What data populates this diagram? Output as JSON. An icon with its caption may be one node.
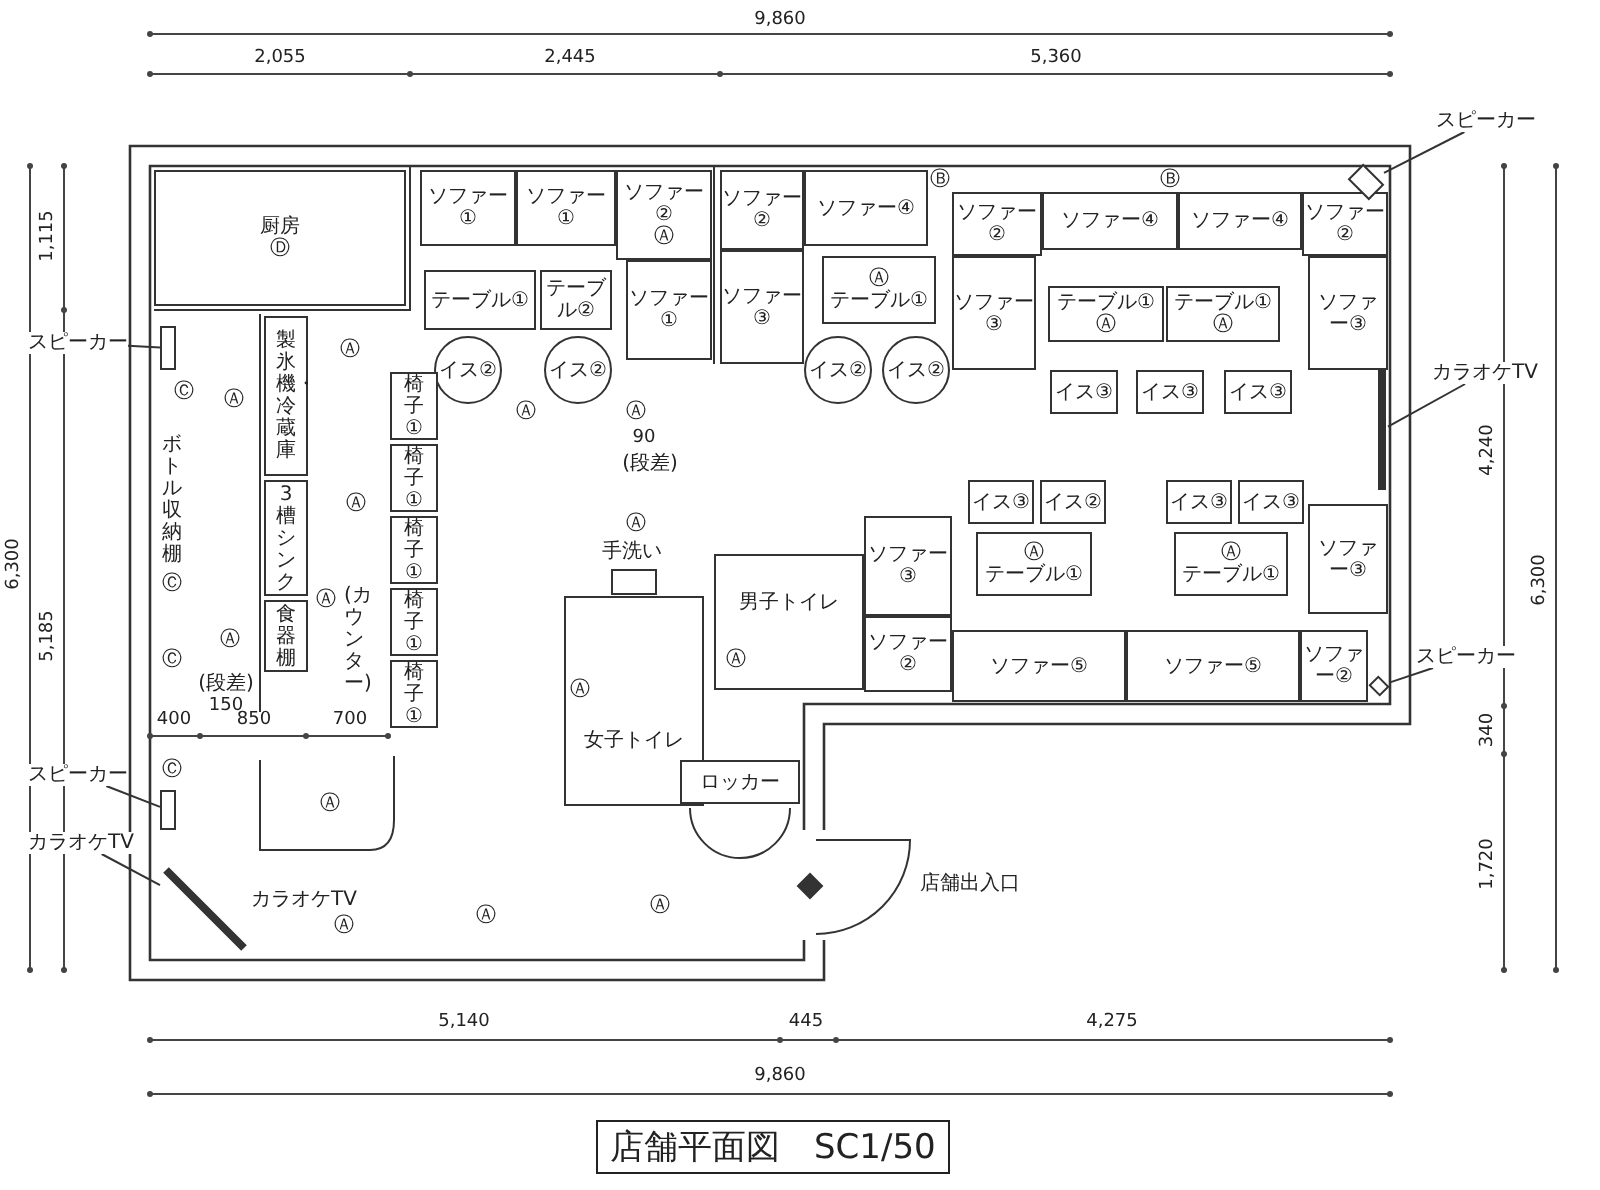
{
  "diagram": {
    "title": "店舗平面図　SC1/50",
    "nodes": [
      {
        "text": [
          "厨房",
          "Ⓓ"
        ]
      },
      {
        "text": [
          "ソファー①"
        ]
      },
      {
        "text": [
          "ソファー①"
        ]
      },
      {
        "text": [
          "ソファー②",
          "Ⓐ"
        ]
      },
      {
        "text": [
          "ソファー①"
        ]
      },
      {
        "text": [
          "テーブル①"
        ]
      },
      {
        "text": [
          "テーブル②"
        ]
      },
      {
        "text": [
          "イス②"
        ]
      },
      {
        "text": [
          "イス②"
        ]
      },
      {
        "text": [
          "ソファー②"
        ]
      },
      {
        "text": [
          "ソファー④"
        ]
      },
      {
        "text": [
          "ソファー③"
        ]
      },
      {
        "text": [
          "Ⓐ",
          "テーブル①"
        ]
      },
      {
        "text": [
          "イス②"
        ]
      },
      {
        "text": [
          "イス②"
        ]
      },
      {
        "text": [
          "ソファー②"
        ]
      },
      {
        "text": [
          "ソファー④"
        ]
      },
      {
        "text": [
          "ソファー④"
        ]
      },
      {
        "text": [
          "ソファー②"
        ]
      },
      {
        "text": [
          "ソファー③"
        ]
      },
      {
        "text": [
          "テーブル①",
          "Ⓐ"
        ]
      },
      {
        "text": [
          "テーブル①",
          "Ⓐ"
        ]
      },
      {
        "text": [
          "ソファー③"
        ]
      },
      {
        "text": [
          "イス③"
        ]
      },
      {
        "text": [
          "イス③"
        ]
      },
      {
        "text": [
          "イス③"
        ]
      },
      {
        "text": [
          "イス③"
        ]
      },
      {
        "text": [
          "イス②"
        ]
      },
      {
        "text": [
          "イス③"
        ]
      },
      {
        "text": [
          "イス③"
        ]
      },
      {
        "text": [
          "ソファー③"
        ]
      },
      {
        "text": [
          "Ⓐ",
          "テーブル①"
        ]
      },
      {
        "text": [
          "Ⓐ",
          "テーブル①"
        ]
      },
      {
        "text": [
          "ソファー③"
        ]
      },
      {
        "text": [
          "ソファー②"
        ]
      },
      {
        "text": [
          "ソファー⑤"
        ]
      },
      {
        "text": [
          "ソファー⑤"
        ]
      },
      {
        "text": [
          "ソファー②"
        ]
      },
      {
        "text": [
          "製氷機・冷蔵庫"
        ]
      },
      {
        "text": [
          "3槽シンク"
        ]
      },
      {
        "text": [
          "食器棚"
        ]
      },
      {
        "text": [
          "椅子①"
        ]
      },
      {
        "text": [
          "椅子①"
        ]
      },
      {
        "text": [
          "椅子①"
        ]
      },
      {
        "text": [
          "椅子①"
        ]
      },
      {
        "text": [
          "椅子①"
        ]
      },
      {
        "text": [
          "女子トイレ"
        ]
      },
      {
        "text": [
          "男子トイレ"
        ]
      },
      {
        "text": [
          "ロッカー"
        ]
      },
      {
        "text": [
          "スピーカー"
        ]
      },
      {
        "text": [],
        "shape": "box"
      },
      {
        "text": [
          "スピーカー"
        ]
      },
      {
        "text": [],
        "shape": "box"
      },
      {
        "text": [
          "カラオケTV"
        ]
      },
      {
        "text": [],
        "shape": "bar"
      },
      {
        "text": [
          "スピーカー"
        ]
      },
      {
        "text": [],
        "shape": "box"
      },
      {
        "text": [
          "カラオケTV"
        ]
      },
      {
        "text": [],
        "shape": "bar"
      },
      {
        "text": [
          "スピーカー"
        ]
      },
      {
        "text": [],
        "shape": "box"
      }
    ],
    "edges": [
      {
        "from": 49,
        "to": 50,
        "arrow": "none"
      },
      {
        "from": 51,
        "to": 52,
        "arrow": "none"
      },
      {
        "from": 53,
        "to": 54,
        "arrow": "none"
      },
      {
        "from": 55,
        "to": 56,
        "arrow": "none"
      },
      {
        "from": 57,
        "to": 58,
        "arrow": "none"
      },
      {
        "from": 59,
        "to": 60,
        "arrow": "none"
      }
    ],
    "labels": [
      "9,860",
      "2,055",
      "2,445",
      "5,360",
      "Ⓑ",
      "Ⓑ",
      "1,115",
      "4,240",
      "Ⓒ",
      "Ⓐ",
      "Ⓐ",
      "Ⓐ",
      "Ⓐ",
      "90",
      "(段差)",
      "ボトル収納棚",
      "Ⓐ",
      "Ⓐ",
      "手洗い",
      "Ⓒ",
      "6,300",
      "5,185",
      "6,300",
      "(カウンター)",
      "Ⓒ",
      "Ⓐ",
      "Ⓐ",
      "(段差)",
      "150",
      "Ⓐ",
      "Ⓐ",
      "340",
      "400",
      "850",
      "700",
      "Ⓒ",
      "Ⓐ",
      "1,720",
      "店舗出入口",
      "カラオケTV",
      "Ⓐ",
      "Ⓐ",
      "Ⓐ",
      "5,140",
      "445",
      "4,275",
      "9,860"
    ]
  }
}
